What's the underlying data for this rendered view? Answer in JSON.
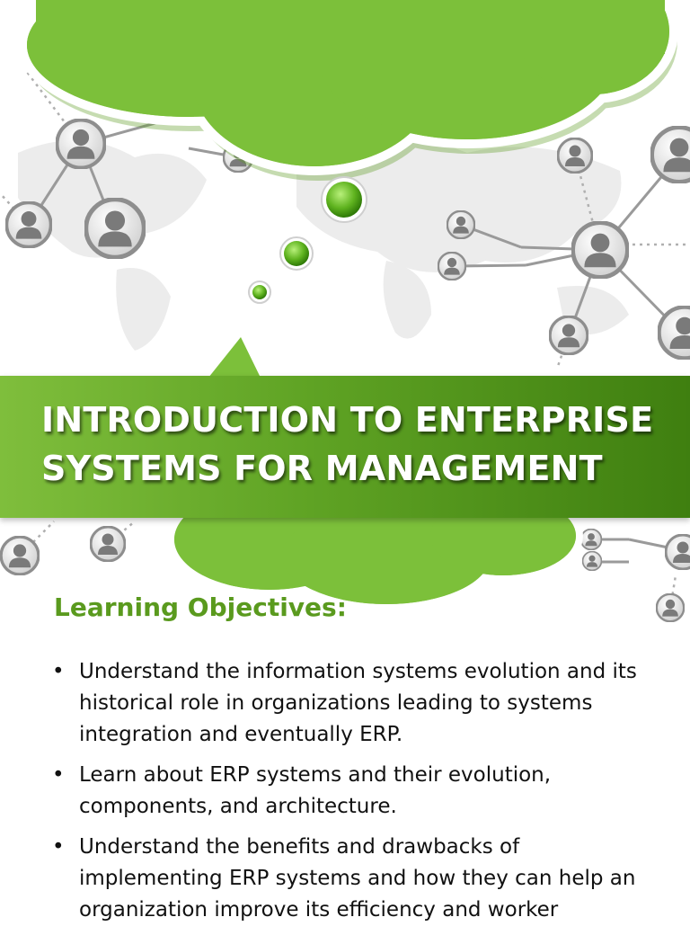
{
  "slide": {
    "title_line1": "INTRODUCTION TO ENTERPRISE",
    "title_line2": "SYSTEMS FOR MANAGEMENT",
    "section_heading": "Learning Objectives:",
    "bullet_symbol": "•",
    "objectives": [
      "Understand the information systems evolution and its historical role in organizations leading to systems integration and eventually ERP.",
      "Learn about ERP systems and their evolution, components, and architecture.",
      "Understand the benefits and drawbacks of implementing ERP systems and how they can help an organization improve its efficiency and worker"
    ]
  },
  "colors": {
    "accent_green": "#7cc03a",
    "banner_dark_green": "#3f7f10",
    "heading_green": "#5a9a1e",
    "network_gray": "#9a9a9a"
  },
  "icons": [
    "person-node-icon",
    "world-map-background",
    "cloud-shape",
    "green-dot-icon"
  ]
}
